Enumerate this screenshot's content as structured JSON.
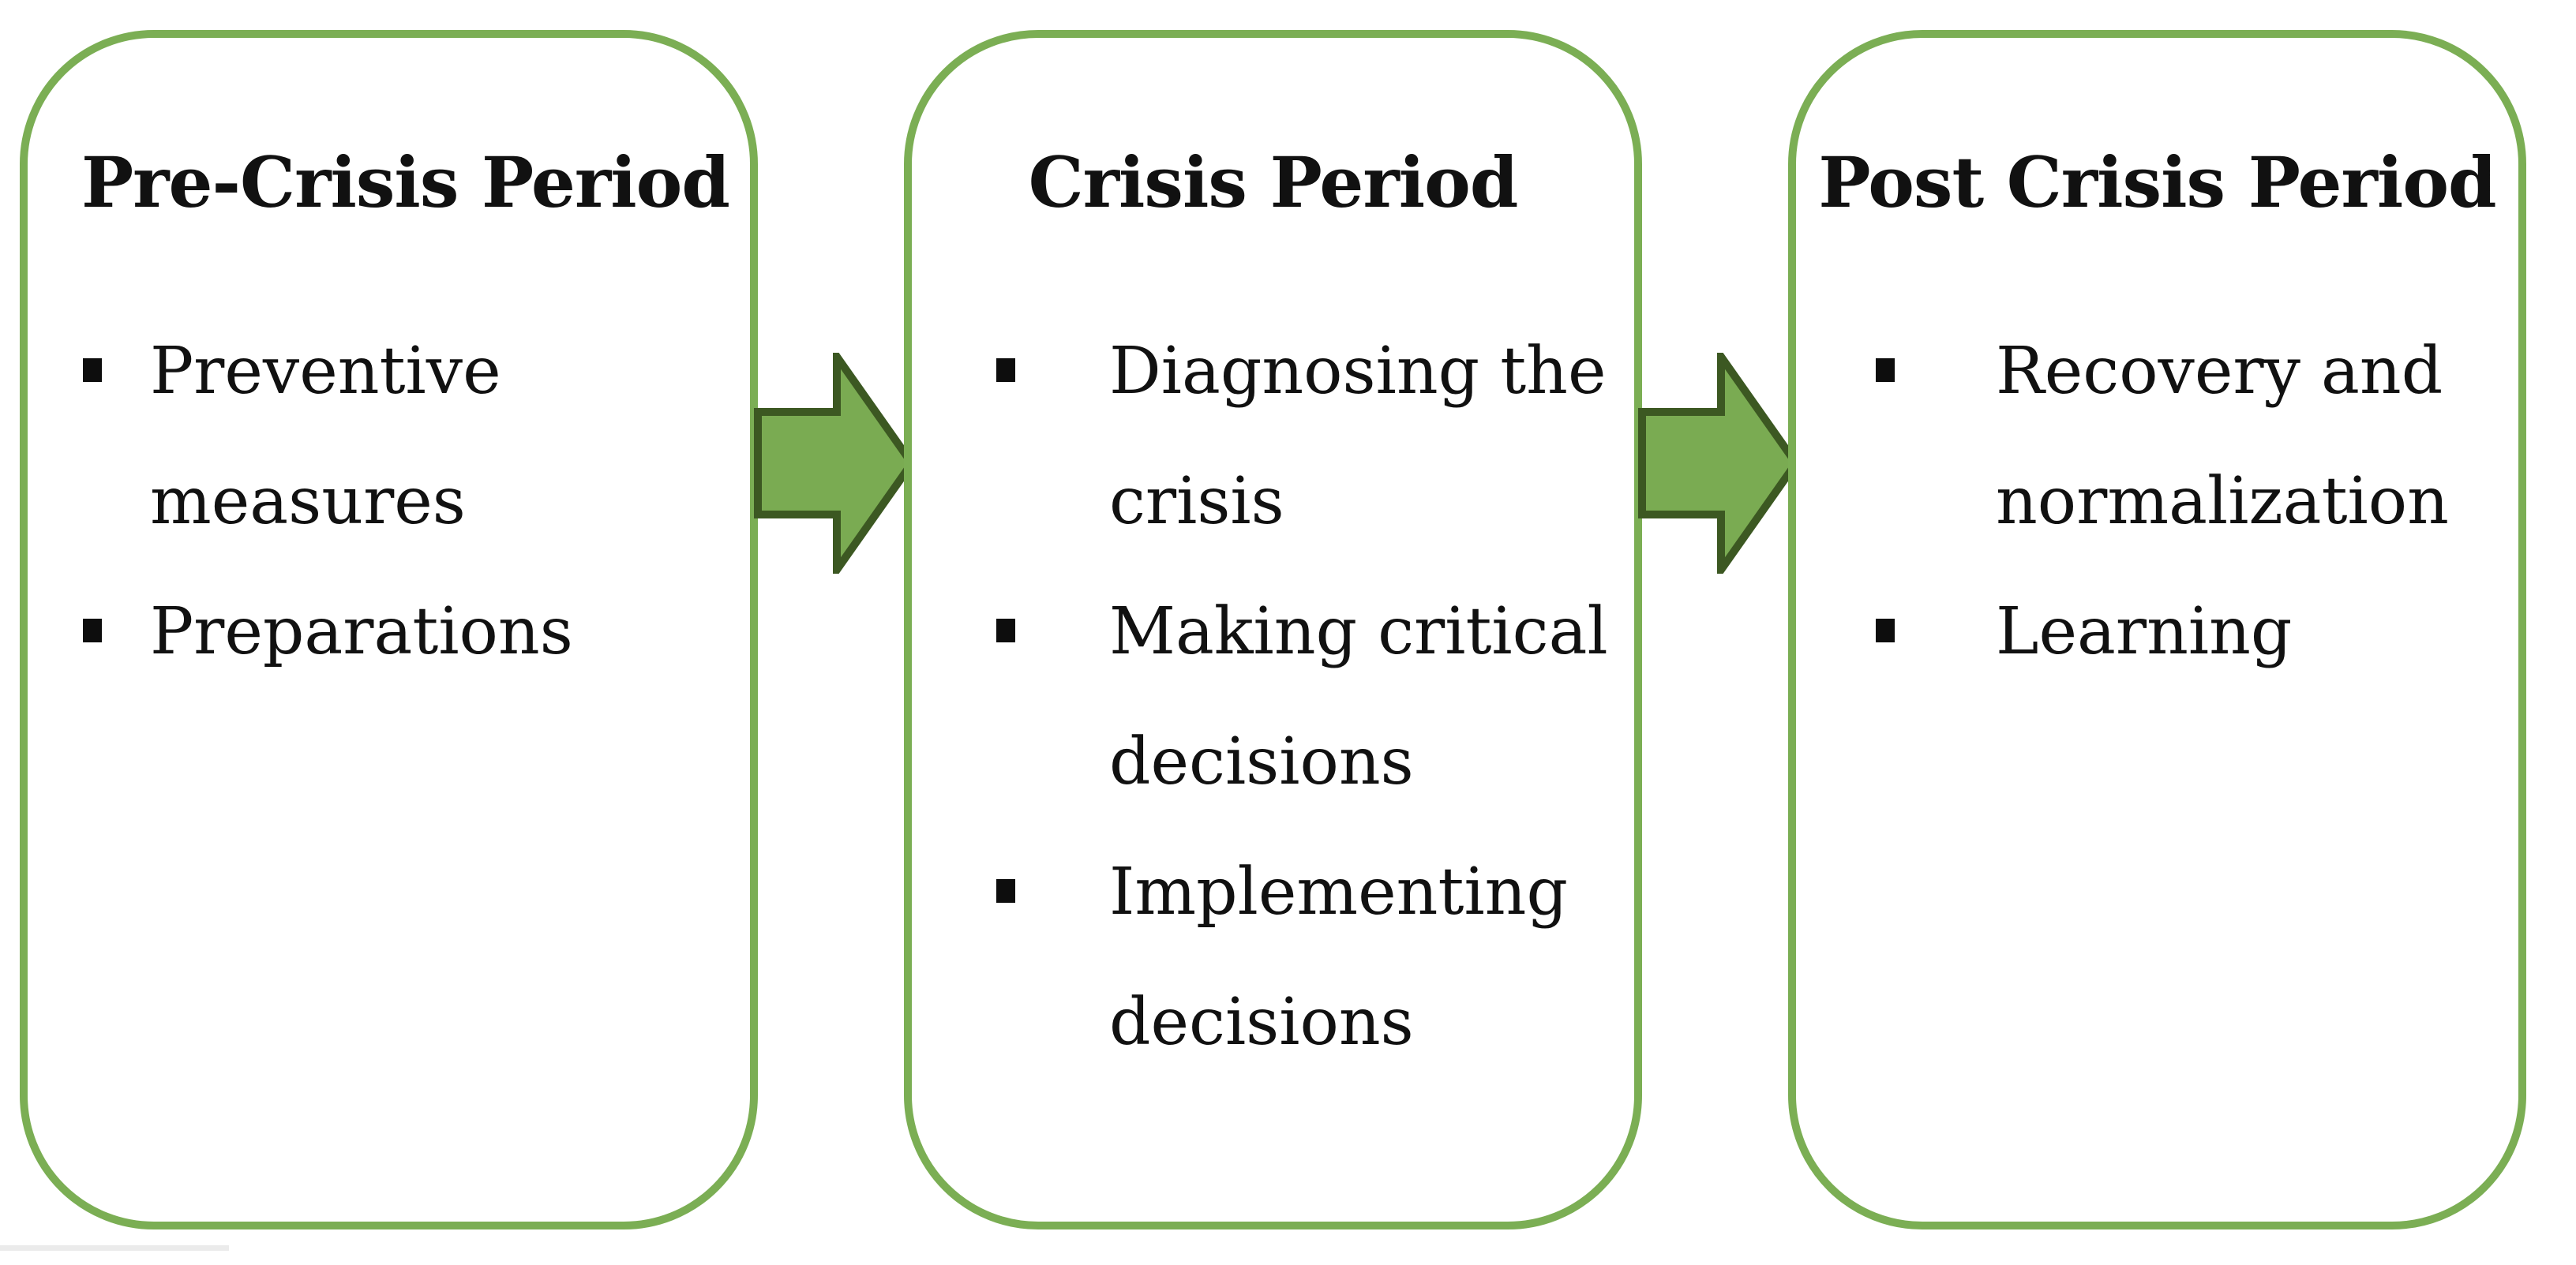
{
  "figure": {
    "type": "process-flow-diagram",
    "colors": {
      "box_border": "#7bae54",
      "arrow_fill": "#7aab52",
      "arrow_stroke": "#3c5822",
      "text": "#111111"
    },
    "stages": [
      {
        "title": "Pre-Crisis Period",
        "items": [
          "Preventive measures",
          "Preparations"
        ]
      },
      {
        "title": "Crisis Period",
        "items": [
          "Diagnosing the crisis",
          "Making critical decisions",
          "Implementing decisions"
        ]
      },
      {
        "title": "Post Crisis Period",
        "items": [
          "Recovery and normalization",
          "Learning"
        ]
      }
    ],
    "connectors": [
      {
        "icon": "right-block-arrow",
        "from": "Pre-Crisis Period",
        "to": "Crisis Period"
      },
      {
        "icon": "right-block-arrow",
        "from": "Crisis Period",
        "to": "Post Crisis Period"
      }
    ]
  }
}
